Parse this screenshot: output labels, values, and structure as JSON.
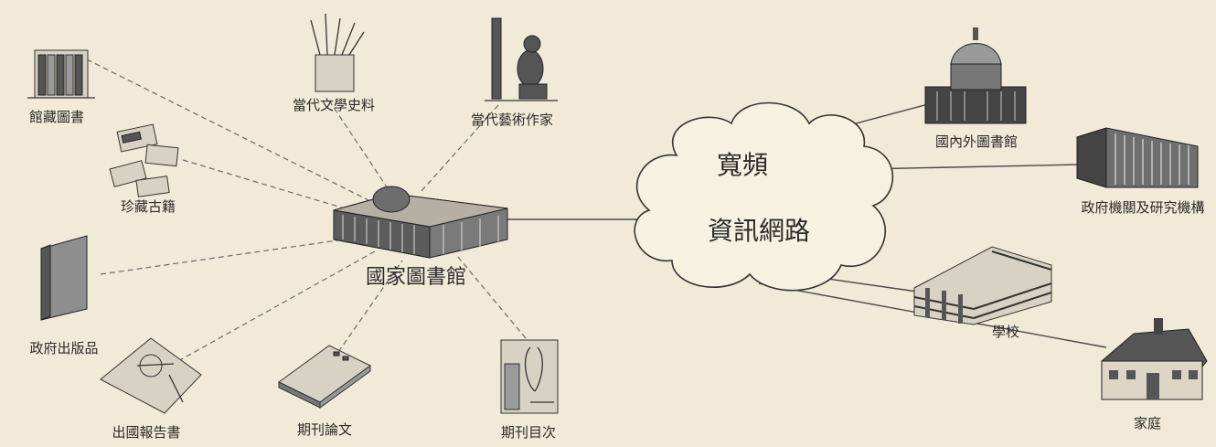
{
  "hub": {
    "label": "國家圖書館"
  },
  "network": {
    "line1": "寬頻",
    "line2": "資訊網路"
  },
  "sources": [
    {
      "id": "collection",
      "label": "館藏圖書"
    },
    {
      "id": "contemporary-literature",
      "label": "當代文學史料"
    },
    {
      "id": "contemporary-artists",
      "label": "當代藝術作家"
    },
    {
      "id": "rare-books",
      "label": "珍藏古籍"
    },
    {
      "id": "government-publications",
      "label": "政府出版品"
    },
    {
      "id": "overseas-reports",
      "label": "出國報告書"
    },
    {
      "id": "journal-articles",
      "label": "期刊論文"
    },
    {
      "id": "journal-contents",
      "label": "期刊目次"
    }
  ],
  "destinations": [
    {
      "id": "libraries",
      "label": "國內外圖書館"
    },
    {
      "id": "government-research",
      "label": "政府機關及研究機構"
    },
    {
      "id": "schools",
      "label": "學校"
    },
    {
      "id": "home",
      "label": "家庭"
    }
  ]
}
